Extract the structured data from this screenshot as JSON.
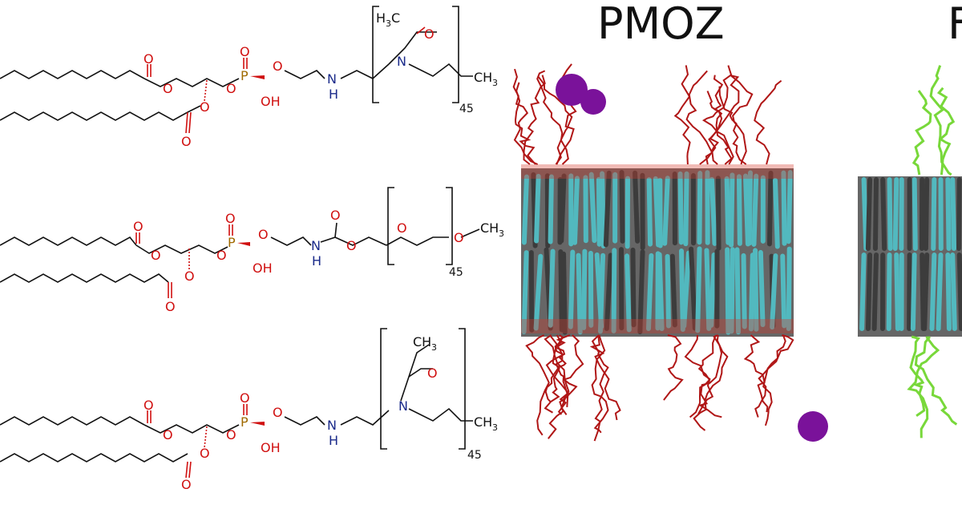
{
  "figure": {
    "panel_title_left": "PMOZ",
    "panel_title_right_partial": "F"
  },
  "structures": {
    "top": {
      "repeat_count": "45",
      "carbonyl_O_1": "O",
      "ester_O_1": "O",
      "ester_O_2": "O",
      "carbonyl_O_2": "O",
      "phosphate_P": "P",
      "phosphate_O_double": "O",
      "phosphate_O_ester_left": "O",
      "phosphate_O_ester_right": "O",
      "phosphate_OH": "OH",
      "amine_N": "N",
      "amine_H": "H",
      "repeat_H3C": "H",
      "repeat_H3C_sub": "3",
      "repeat_H3C_C": "C",
      "repeat_carbonyl_O": "O",
      "repeat_N": "N",
      "end_CH": "CH",
      "end_CH_sub": "3"
    },
    "middle": {
      "repeat_count": "45",
      "carbonyl_O_1": "O",
      "ester_O_1": "O",
      "ester_O_2": "O",
      "carbonyl_O_2": "O",
      "phosphate_P": "P",
      "phosphate_O_double": "O",
      "phosphate_O_ester_left": "O",
      "phosphate_O_ester_right": "O",
      "phosphate_OH": "OH",
      "carbamate_O_double": "O",
      "carbamate_N": "N",
      "carbamate_H": "H",
      "carbamate_O": "O",
      "peg_O_repeat": "O",
      "peg_O_end": "O",
      "end_CH": "CH",
      "end_CH_sub": "3"
    },
    "bottom": {
      "repeat_count": "45",
      "carbonyl_O_1": "O",
      "ester_O_1": "O",
      "ester_O_2": "O",
      "carbonyl_O_2": "O",
      "phosphate_P": "P",
      "phosphate_O_double": "O",
      "phosphate_O_ester_left": "O",
      "phosphate_O_ester_right": "O",
      "phosphate_OH": "OH",
      "amine_N": "N",
      "amine_H": "H",
      "repeat_CH": "CH",
      "repeat_CH_sub": "3",
      "repeat_carbonyl_O": "O",
      "repeat_N": "N",
      "end_CH": "CH",
      "end_CH_sub": "3"
    }
  },
  "colors": {
    "oxygen": "#d01010",
    "phosphorus": "#a06a00",
    "nitrogen": "#1a2a8a",
    "bond": "#111111",
    "lipid_tail_cyan": "#52b9bf",
    "lipid_tail_gray": "#3c3c3c",
    "polymer_red": "#b01616",
    "polymer_green": "#78d83a",
    "peptide_purple": "#7a129a"
  }
}
